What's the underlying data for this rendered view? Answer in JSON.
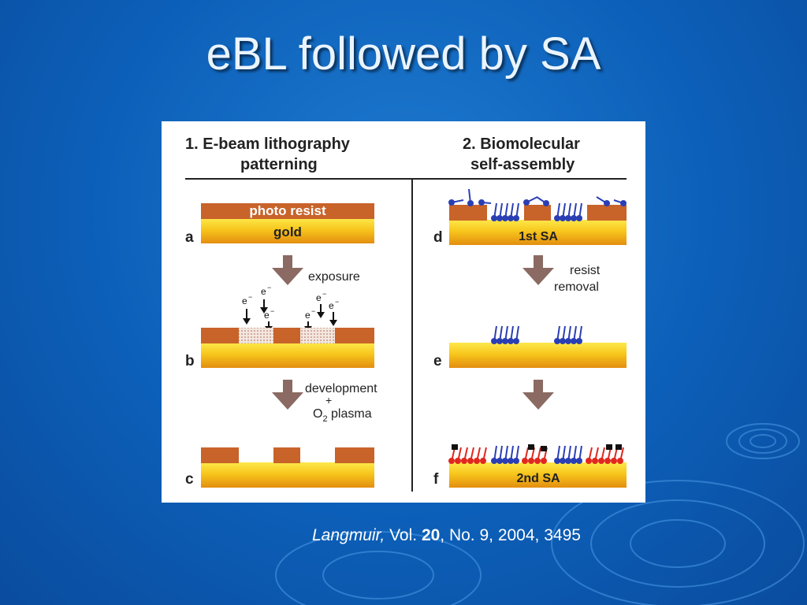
{
  "slide": {
    "title": "eBL followed by SA",
    "citation": {
      "journal": "Langmuir,",
      "vol_prefix": " Vol. ",
      "vol": "20",
      "rest": ", No. 9, 2004, 3495"
    }
  },
  "figure": {
    "left_header": [
      "1. E-beam lithography",
      "patterning"
    ],
    "right_header": [
      "2. Biomolecular",
      "self-assembly"
    ],
    "layer_labels": {
      "resist": "photo resist",
      "gold": "gold"
    },
    "steps": {
      "a": "a",
      "b": "b",
      "c": "c",
      "d": "d",
      "e": "e",
      "f": "f"
    },
    "arrows": {
      "exposure": "exposure",
      "development": "development",
      "plus": "+",
      "o2_prefix": "O",
      "o2_sub": "2",
      "o2_suffix": " plasma",
      "resist_removal": [
        "resist",
        "removal"
      ]
    },
    "electron": "e",
    "electron_charge": "−",
    "sa_labels": {
      "first": "1st SA",
      "second": "2nd SA"
    }
  },
  "colors": {
    "resist": "#c8632a",
    "gold_top": "#fde84a",
    "gold_mid": "#f6c21a",
    "gold_bottom": "#e38e10",
    "arrow": "#8a6a62",
    "molecule_blue": "#2b3fb4",
    "molecule_red": "#e0281f"
  }
}
